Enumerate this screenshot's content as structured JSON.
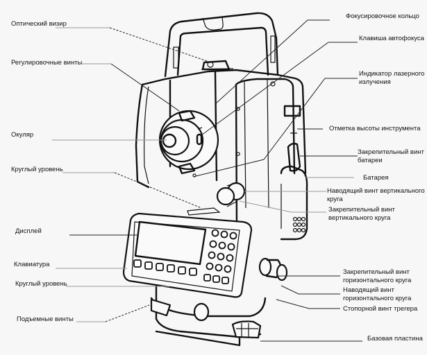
{
  "diagram": {
    "subject": "Электронный тахеометр",
    "labels_left": [
      {
        "id": "opticheskiy-vizir",
        "text": "Оптический визир"
      },
      {
        "id": "regulirovochnye-vinty",
        "text": "Регулировочные винты"
      },
      {
        "id": "okulyar",
        "text": "Окуляр"
      },
      {
        "id": "krugly-uroven-1",
        "text": "Круглый уровень"
      },
      {
        "id": "displey",
        "text": "Дисплей"
      },
      {
        "id": "klaviatura",
        "text": "Клавиатура"
      },
      {
        "id": "krugly-uroven-2",
        "text": "Круглый уровень"
      },
      {
        "id": "podemnye-vinty",
        "text": "Подъемные винты"
      }
    ],
    "labels_right": [
      {
        "id": "fokusirovochnoe-koltso",
        "text": "Фокусировочное кольцо"
      },
      {
        "id": "klavisha-avtofokusa",
        "text": "Клавиша автофокуса"
      },
      {
        "id": "indikator-lazernogo",
        "line1": "Индикатор лазерного",
        "line2": "излучения"
      },
      {
        "id": "otmetka-vysoty",
        "text": "Отметка высоты инструмента"
      },
      {
        "id": "zakrep-vint-batarei",
        "line1": "Закрепительный винт",
        "line2": "батареи"
      },
      {
        "id": "batareya",
        "text": "Батарея"
      },
      {
        "id": "navod-vint-vert",
        "line1": "Наводящий винт вертикального",
        "line2": "круга"
      },
      {
        "id": "zakrep-vint-vert",
        "line1": "Закрепительный винт",
        "line2": "вертикального круга"
      },
      {
        "id": "zakrep-vint-gor",
        "line1": "Закрепительный винт",
        "line2": "горизонтального круга"
      },
      {
        "id": "navod-vint-gor",
        "line1": "Наводящий винт",
        "line2": "горизонтального круга"
      },
      {
        "id": "stopornoy-vint",
        "text": "Стопорной винт трегера"
      },
      {
        "id": "bazovaya-plastina",
        "text": "Базовая пластина"
      }
    ]
  }
}
